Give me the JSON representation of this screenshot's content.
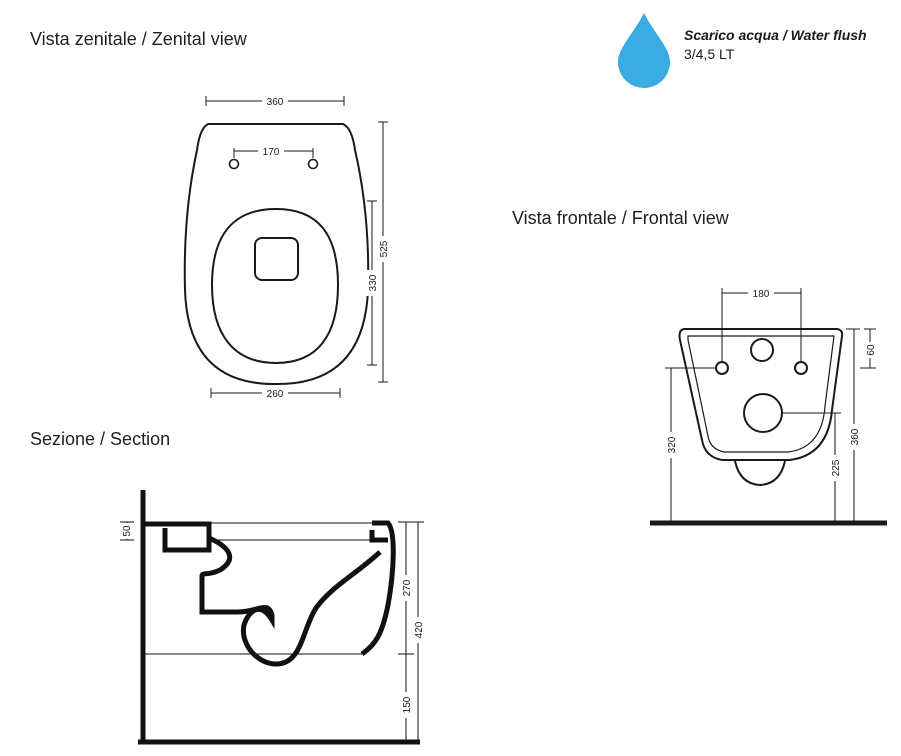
{
  "views": {
    "zenital_title": "Vista zenitale / Zenital view",
    "frontal_title": "Vista frontale / Frontal view",
    "section_title": "Sezione / Section"
  },
  "flush": {
    "icon": "water-drop-icon",
    "label": "Scarico acqua / Water flush",
    "value": "3/4,5 LT",
    "color": "#3aace3"
  },
  "dimensions": {
    "zenital": {
      "width_top": "360",
      "fix_holes": "170",
      "length": "525",
      "bowl_length": "330",
      "width_bottom": "260"
    },
    "frontal": {
      "fix_holes": "180",
      "top_offset": "60",
      "hole_height": "320",
      "rim_height": "360",
      "outlet_height": "225"
    },
    "section": {
      "rim_thickness": "50",
      "bowl_depth": "270",
      "total_height": "420",
      "floor_offset": "150"
    }
  }
}
